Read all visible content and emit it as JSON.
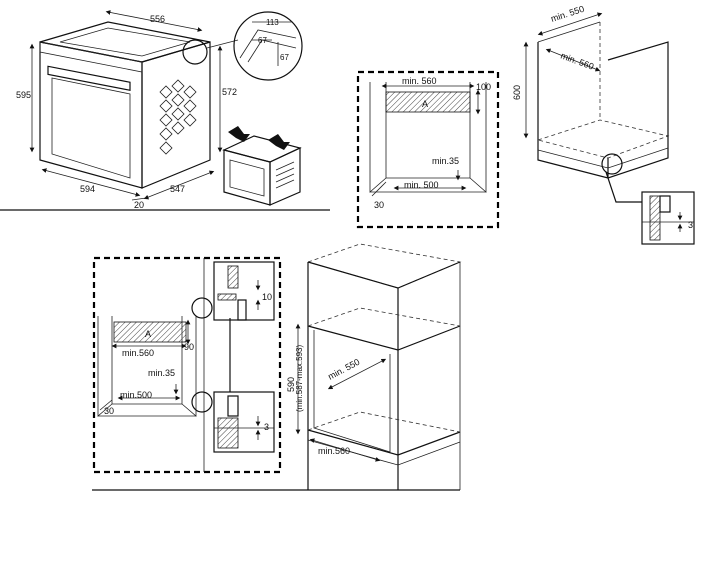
{
  "oven": {
    "width": "556",
    "height": "595",
    "depth": "572",
    "front_width": "594",
    "side_depth": "547",
    "door_offset": "20"
  },
  "corner_detail": {
    "a": "113",
    "b": "67",
    "c": "67"
  },
  "cabinet_top": {
    "depth": "min. 550",
    "width": "min. 560",
    "height": "600",
    "gap": "3"
  },
  "cutout_top": {
    "width": "min. 560",
    "depth": "100",
    "area": "A",
    "vent": "min.35",
    "bottom": "min. 500",
    "corner": "30"
  },
  "cutout_side": {
    "area": "A",
    "width": "min.560",
    "depth": "90",
    "vent": "min.35",
    "bottom": "min.500",
    "corner": "30",
    "gap_top": "10",
    "gap_bottom": "3"
  },
  "tall_cabinet": {
    "depth": "min. 550",
    "height": "590",
    "height_range": "(min.587-max.593)",
    "width": "min.560"
  }
}
